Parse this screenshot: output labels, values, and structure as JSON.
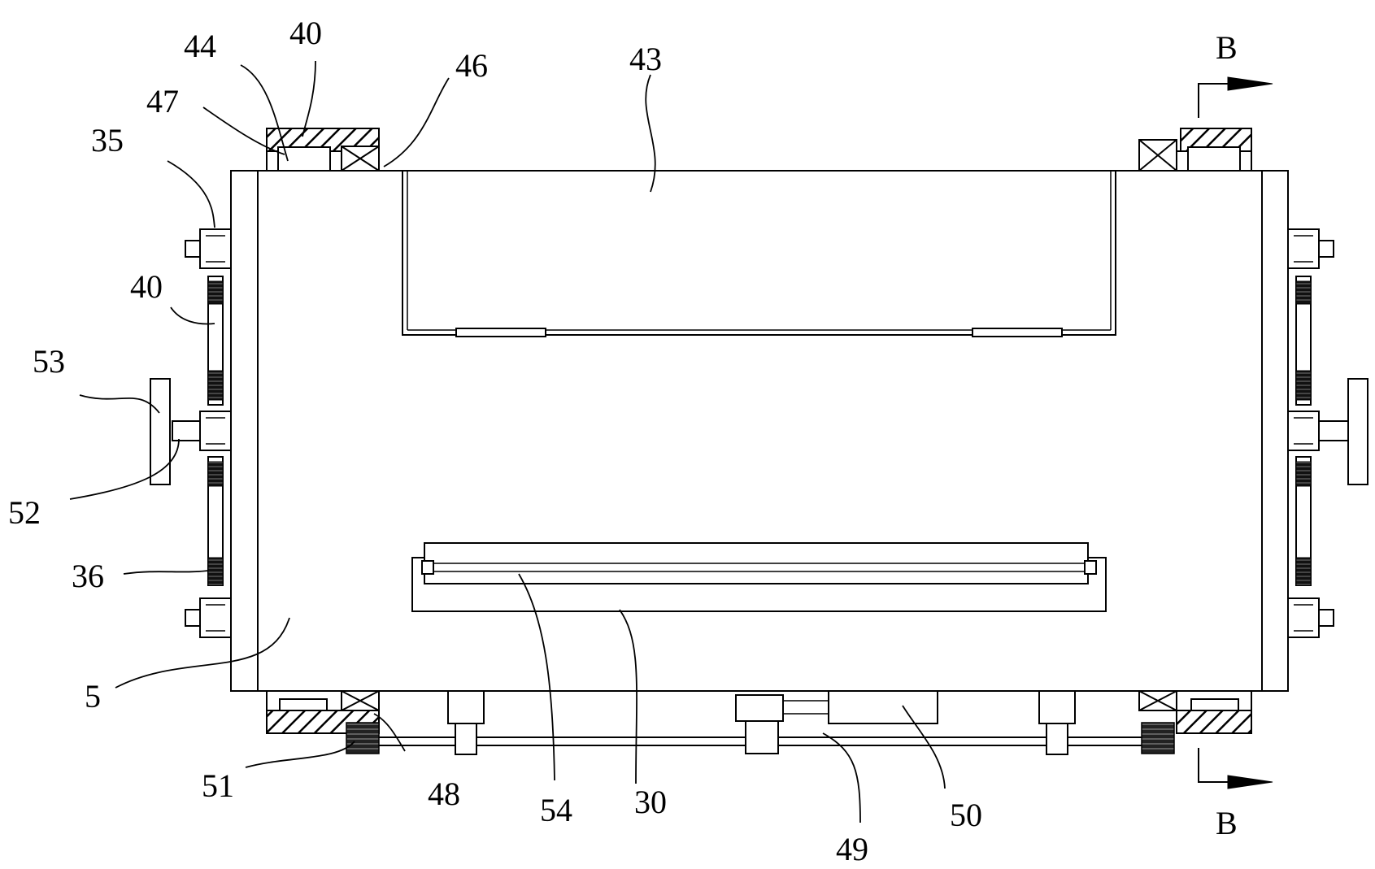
{
  "labels": {
    "l44": "44",
    "l40a": "40",
    "l47": "47",
    "l46": "46",
    "l43": "43",
    "l35": "35",
    "l40b": "40",
    "l53": "53",
    "l52": "52",
    "l36": "36",
    "l5": "5",
    "l51": "51",
    "l48": "48",
    "l54": "54",
    "l30": "30",
    "l49": "49",
    "l50": "50",
    "lBtop": "B",
    "lBbot": "B"
  }
}
